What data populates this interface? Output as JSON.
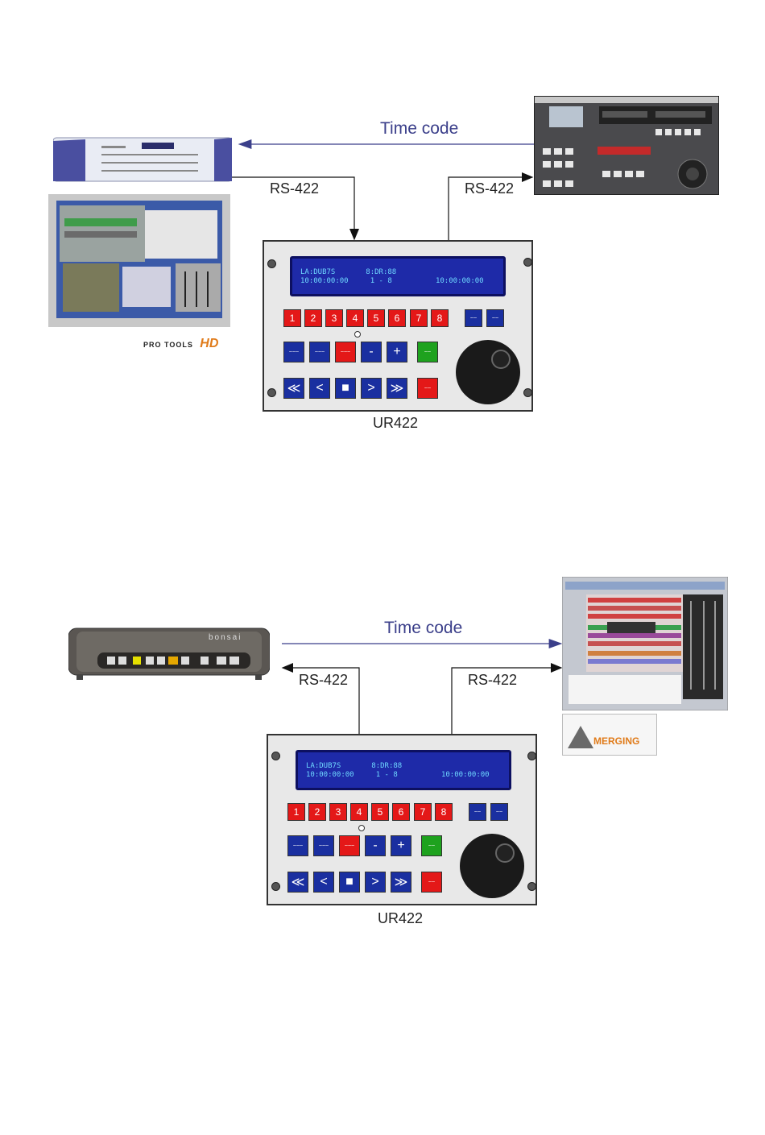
{
  "top": {
    "timecode_label": "Time code",
    "rs422_left": "RS-422",
    "rs422_right": "RS-422",
    "controller_name": "UR422",
    "protools_logo_text": "PRO TOOLS",
    "protools_logo_hd": "HD"
  },
  "bottom": {
    "timecode_label": "Time code",
    "rs422_left": "RS-422",
    "rs422_right": "RS-422",
    "controller_name": "UR422",
    "merging_logo_text": "MERGING",
    "bonsai_text": "bonsai"
  },
  "controller": {
    "lcd_line1_top": "LA:DUB7S       8:DR:88",
    "lcd_line2_top": "10:00:00:00     1 - 8          10:00:00:00",
    "lcd_line1_bottom": "LA:DUB7S       8:DR:88",
    "lcd_line2_bottom": "10:00:00:00     1 - 8          10:00:00:00",
    "number_keys": [
      "1",
      "2",
      "3",
      "4",
      "5",
      "6",
      "7",
      "8"
    ],
    "minus_key": "-",
    "plus_key": "+",
    "rewind_key": "≪",
    "back_key": "<",
    "stop_key": "■",
    "play_key": ">",
    "ffwd_key": "≫"
  },
  "colors": {
    "arrow": "#3b3f8a",
    "key_red": "#e41818",
    "key_blue": "#1a2fa0",
    "key_green": "#1ea21e",
    "lcd": "#1e2aa8"
  }
}
